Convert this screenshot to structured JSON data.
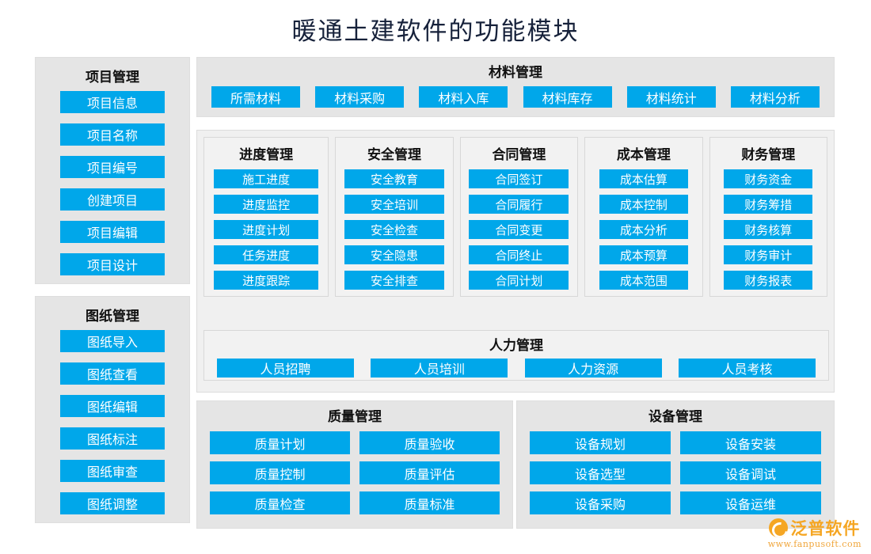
{
  "page": {
    "title": "暖通土建软件的功能模块"
  },
  "sidebar": {
    "project": {
      "title": "项目管理",
      "items": [
        "项目信息",
        "项目名称",
        "项目编号",
        "创建项目",
        "项目编辑",
        "项目设计"
      ]
    },
    "drawing": {
      "title": "图纸管理",
      "items": [
        "图纸导入",
        "图纸查看",
        "图纸编辑",
        "图纸标注",
        "图纸审查",
        "图纸调整"
      ]
    }
  },
  "material": {
    "title": "材料管理",
    "items": [
      "所需材料",
      "材料采购",
      "材料入库",
      "材料库存",
      "材料统计",
      "材料分析"
    ]
  },
  "columns": [
    {
      "key": "progress",
      "title": "进度管理",
      "items": [
        "施工进度",
        "进度监控",
        "进度计划",
        "任务进度",
        "进度跟踪"
      ]
    },
    {
      "key": "safety",
      "title": "安全管理",
      "items": [
        "安全教育",
        "安全培训",
        "安全检查",
        "安全隐患",
        "安全排查"
      ]
    },
    {
      "key": "contract",
      "title": "合同管理",
      "items": [
        "合同签订",
        "合同履行",
        "合同变更",
        "合同终止",
        "合同计划"
      ]
    },
    {
      "key": "cost",
      "title": "成本管理",
      "items": [
        "成本估算",
        "成本控制",
        "成本分析",
        "成本预算",
        "成本范围"
      ]
    },
    {
      "key": "finance",
      "title": "财务管理",
      "items": [
        "财务资金",
        "财务筹措",
        "财务核算",
        "财务审计",
        "财务报表"
      ]
    }
  ],
  "hr": {
    "title": "人力管理",
    "items": [
      "人员招聘",
      "人员培训",
      "人力资源",
      "人员考核"
    ]
  },
  "quality": {
    "title": "质量管理",
    "items": [
      "质量计划",
      "质量验收",
      "质量控制",
      "质量评估",
      "质量检查",
      "质量标准"
    ]
  },
  "equipment": {
    "title": "设备管理",
    "items": [
      "设备规划",
      "设备安装",
      "设备选型",
      "设备调试",
      "设备采购",
      "设备运维"
    ]
  },
  "logo": {
    "brand": "泛普软件",
    "url": "www.fanpusoft.com"
  },
  "colors": {
    "accent": "#00a7ea",
    "panel_bg": "#e5e5e5",
    "inner_bg": "#f2f2f2",
    "wrapper_bg": "#f0f0f0",
    "title_text": "#16213a",
    "logo": "#f5a623"
  }
}
